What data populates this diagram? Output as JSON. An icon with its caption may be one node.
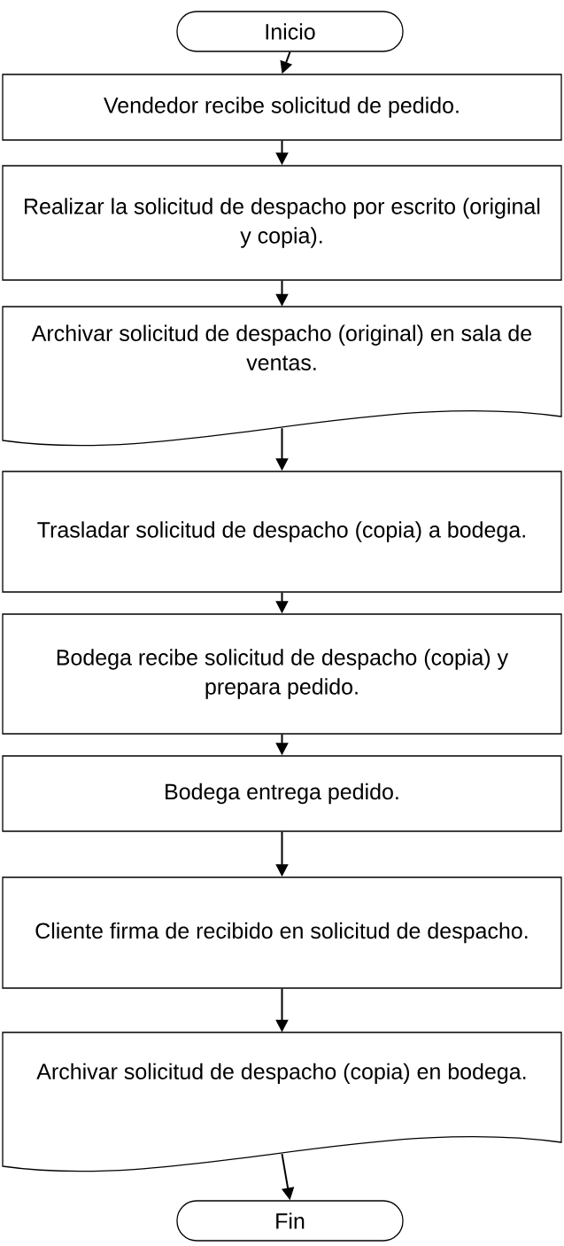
{
  "diagram": {
    "nodes": [
      {
        "text": [
          "Inicio"
        ]
      },
      {
        "text": [
          "Vendedor recibe solicitud de pedido."
        ]
      },
      {
        "text": [
          "Realizar la solicitud de despacho por escrito (original y copia)."
        ]
      },
      {
        "text": [
          "Archivar solicitud de despacho (original) en sala de ventas."
        ]
      },
      {
        "text": [
          "Trasladar solicitud de despacho (copia) a bodega."
        ]
      },
      {
        "text": [
          "Bodega recibe solicitud de despacho (copia) y prepara pedido."
        ]
      },
      {
        "text": [
          "Bodega entrega pedido."
        ]
      },
      {
        "text": [
          "Cliente firma de recibido en solicitud de despacho."
        ]
      },
      {
        "text": [
          "Archivar solicitud de despacho (copia) en bodega."
        ]
      },
      {
        "text": [
          "Fin"
        ]
      }
    ],
    "edges": [
      {
        "from": 0,
        "to": 1,
        "arrow": "to"
      },
      {
        "from": 1,
        "to": 2,
        "arrow": "to"
      },
      {
        "from": 2,
        "to": 3,
        "arrow": "to"
      },
      {
        "from": 3,
        "to": 4,
        "arrow": "to"
      },
      {
        "from": 4,
        "to": 5,
        "arrow": "to"
      },
      {
        "from": 5,
        "to": 6,
        "arrow": "to"
      },
      {
        "from": 6,
        "to": 7,
        "arrow": "to"
      },
      {
        "from": 7,
        "to": 8,
        "arrow": "to"
      },
      {
        "from": 8,
        "to": 9,
        "arrow": "to"
      }
    ]
  }
}
